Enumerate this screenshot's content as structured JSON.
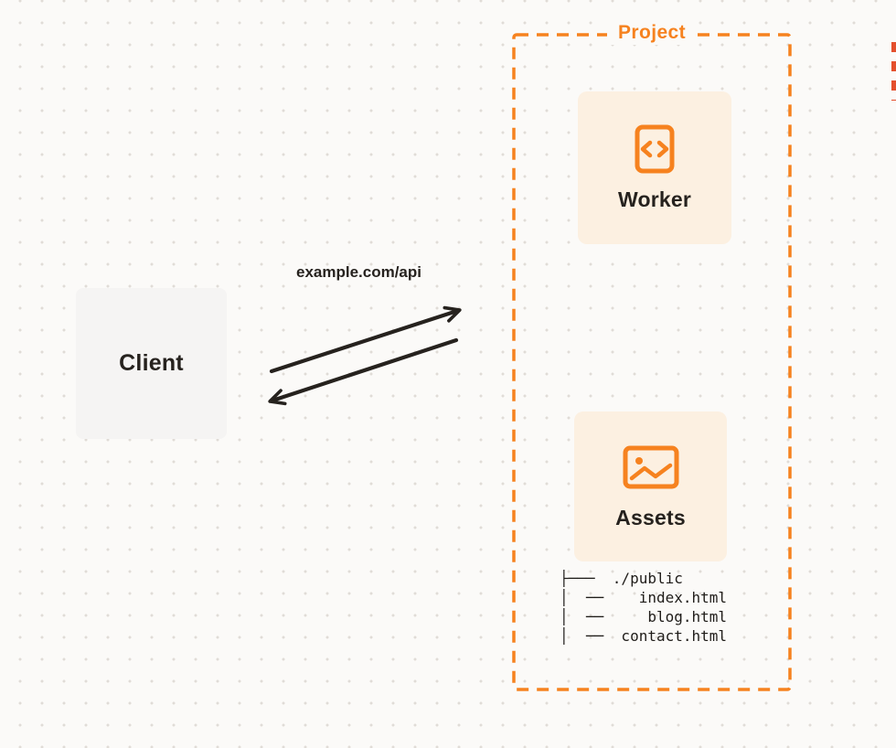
{
  "client": {
    "label": "Client"
  },
  "request": {
    "label": "example.com/api"
  },
  "project": {
    "title": "Project",
    "worker": {
      "label": "Worker"
    },
    "assets": {
      "label": "Assets"
    },
    "file_tree": [
      "├───  ./public",
      "│  ──    index.html",
      "│  ──     blog.html",
      "│  ──  contact.html"
    ]
  },
  "icons": {
    "worker": "code-brackets-icon",
    "assets": "image-icon"
  },
  "colors": {
    "accent_orange": "#F6821F",
    "card_background": "#FCF0E1",
    "client_background": "#F5F4F3",
    "page_background": "#FBFAF8",
    "arrow_color": "#26221E",
    "edge_mark_red": "#E4502E"
  }
}
